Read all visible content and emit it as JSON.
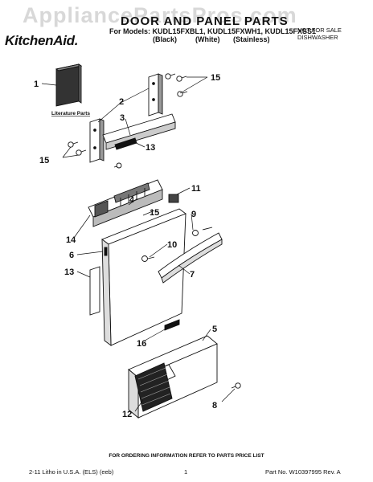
{
  "watermark": "AppliancePartsPros.com",
  "header": {
    "brand": "KitchenAid.",
    "title": "DOOR AND PANEL PARTS",
    "models": "For Models: KUDL15FXBL1, KUDL15FXWH1, KUDL15FXSS1",
    "colors": [
      "(Black)",
      "(White)",
      "(Stainless)"
    ],
    "corner_line1": "NOT FOR SALE",
    "corner_line2": "DISHWASHER"
  },
  "diagram": {
    "literature_label": "Literature Parts",
    "callouts": [
      "1",
      "15",
      "2",
      "3",
      "13",
      "15",
      "11",
      "4",
      "15",
      "9",
      "14",
      "10",
      "6",
      "7",
      "13",
      "16",
      "5",
      "8",
      "12"
    ]
  },
  "footer": {
    "note": "FOR ORDERING INFORMATION REFER TO PARTS PRICE LIST",
    "litho": "2-11 Litho in U.S.A. (ELS) (eeb)",
    "page": "1",
    "part_no": "Part No. W10397995 Rev. A"
  }
}
